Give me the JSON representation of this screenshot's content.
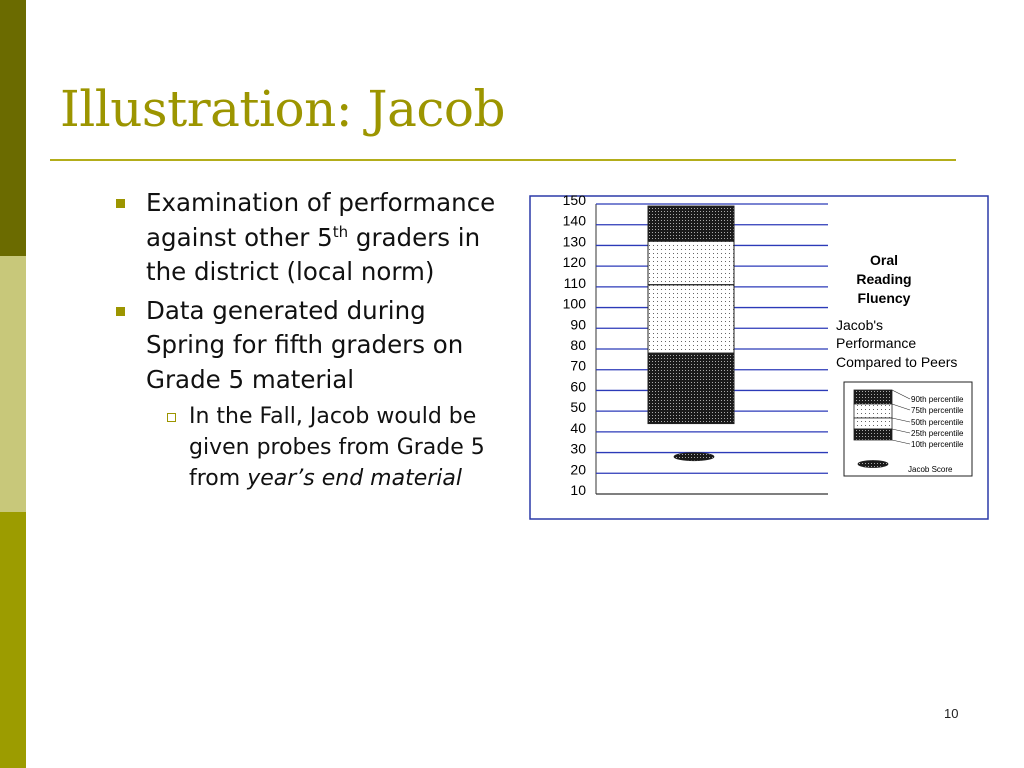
{
  "slide": {
    "title": "Illustration: Jacob",
    "page_number": "10"
  },
  "bullets": {
    "item1": {
      "text_a": "Examination of performance against other 5",
      "sup": "th",
      "text_b": " graders in the district (local norm)"
    },
    "item2": {
      "text": "Data generated during Spring for fifth graders on Grade 5 material"
    },
    "sub1": {
      "text_a": "In the Fall, Jacob would be given probes from Grade 5 from ",
      "emphasis": "year’s end material"
    }
  },
  "colors": {
    "side_bar_top": "#6b6b00",
    "side_bar_mid": "#c8c87a",
    "side_bar_bottom": "#9c9c00",
    "title": "#9c9500",
    "frame": "#2b3aa8",
    "gridline": "#2b3ab8"
  },
  "chart_data": {
    "type": "bar",
    "title": "Oral Reading Fluency",
    "subtitle": "Jacob's Performance Compared to Peers",
    "ylim": [
      10,
      150
    ],
    "ticks": [
      150,
      140,
      130,
      120,
      110,
      100,
      90,
      80,
      70,
      60,
      50,
      40,
      30,
      20,
      10
    ],
    "grid": true,
    "percentiles": [
      {
        "name": "90th percentile",
        "value": 149
      },
      {
        "name": "75th percentile",
        "value": 132
      },
      {
        "name": "50th percentile",
        "value": 111
      },
      {
        "name": "25th percentile",
        "value": 78
      },
      {
        "name": "10th percentile",
        "value": 44
      }
    ],
    "jacob_score": {
      "name": "Jacob  Score",
      "value": 28
    },
    "legend_position": "right"
  }
}
